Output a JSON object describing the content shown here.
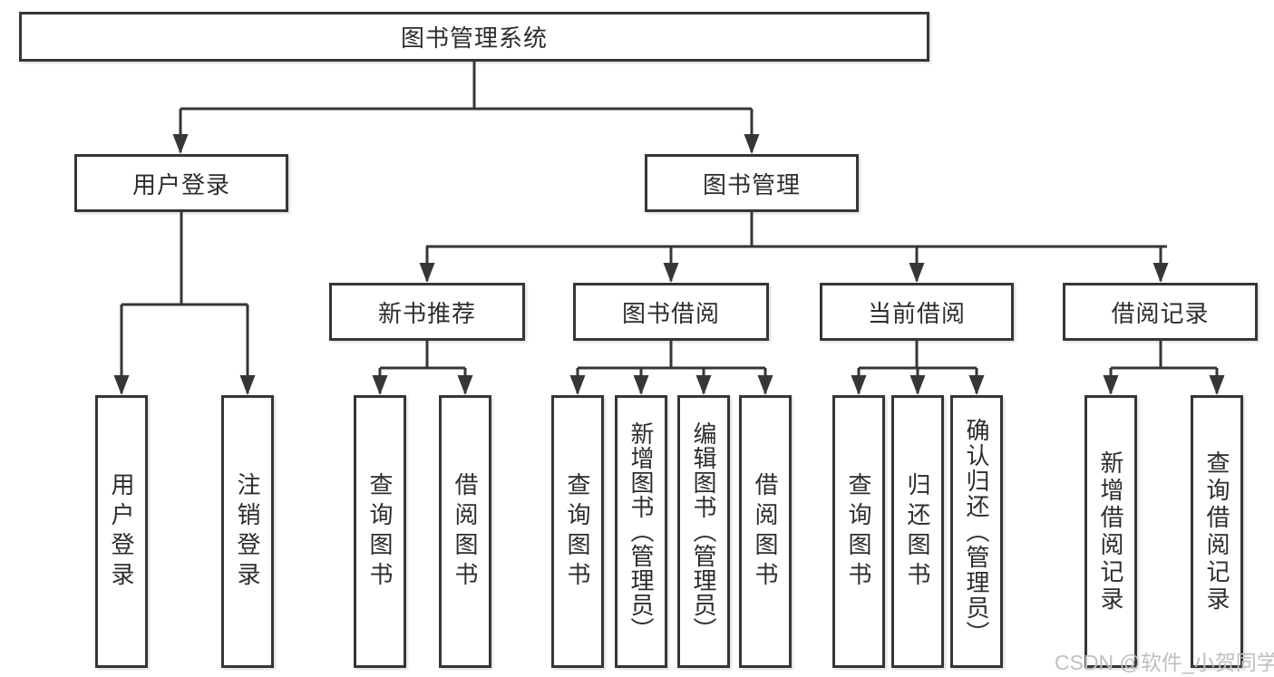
{
  "diagram_type": "hierarchy-tree",
  "tree": {
    "label": "图书管理系统",
    "children": [
      {
        "label": "用户登录",
        "children": [
          {
            "label": "用户登录"
          },
          {
            "label": "注销登录"
          }
        ]
      },
      {
        "label": "图书管理",
        "children": [
          {
            "label": "新书推荐",
            "children": [
              {
                "label": "查询图书"
              },
              {
                "label": "借阅图书"
              }
            ]
          },
          {
            "label": "图书借阅",
            "children": [
              {
                "label": "查询图书"
              },
              {
                "label": "新增图书（管理员）"
              },
              {
                "label": "编辑图书（管理员）"
              },
              {
                "label": "借阅图书"
              }
            ]
          },
          {
            "label": "当前借阅",
            "children": [
              {
                "label": "查询图书"
              },
              {
                "label": "归还图书"
              },
              {
                "label": "确认归还（管理员）"
              }
            ]
          },
          {
            "label": "借阅记录",
            "children": [
              {
                "label": "新增借阅记录"
              },
              {
                "label": "查询借阅记录"
              }
            ]
          }
        ]
      }
    ]
  },
  "watermark": {
    "text": "CSDN @软件_小贺同学"
  },
  "colors": {
    "line": "#363636",
    "box_border": "#363636",
    "box_fill": "#ffffff",
    "text": "#2d2d2d",
    "watermark": "#bfbfbf",
    "background": "#ffffff"
  }
}
